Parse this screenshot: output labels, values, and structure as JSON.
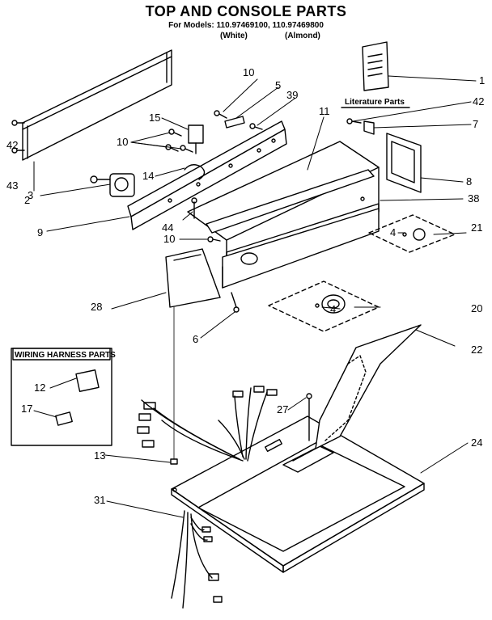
{
  "header": {
    "title": "TOP AND CONSOLE PARTS",
    "models_line": "For Models: 110.97469100, 110.97469800",
    "color_white": "(White)",
    "color_almond": "(Almond)"
  },
  "boxes": {
    "literature_label": "Literature Parts",
    "wiring_label": "WIRING HARNESS PARTS"
  },
  "callouts": {
    "c1": "1",
    "c2": "2",
    "c3": "3",
    "c4a": "4",
    "c4b": "4",
    "c5": "5",
    "c6": "6",
    "c7": "7",
    "c8": "8",
    "c9": "9",
    "c10a": "10",
    "c10b": "10",
    "c10c": "10",
    "c11": "11",
    "c12": "12",
    "c13": "13",
    "c14": "14",
    "c15": "15",
    "c17": "17",
    "c20": "20",
    "c21": "21",
    "c22": "22",
    "c24": "24",
    "c27": "27",
    "c28": "28",
    "c31": "31",
    "c38": "38",
    "c39": "39",
    "c42a": "42",
    "c42b": "42",
    "c43": "43",
    "c44": "44"
  }
}
